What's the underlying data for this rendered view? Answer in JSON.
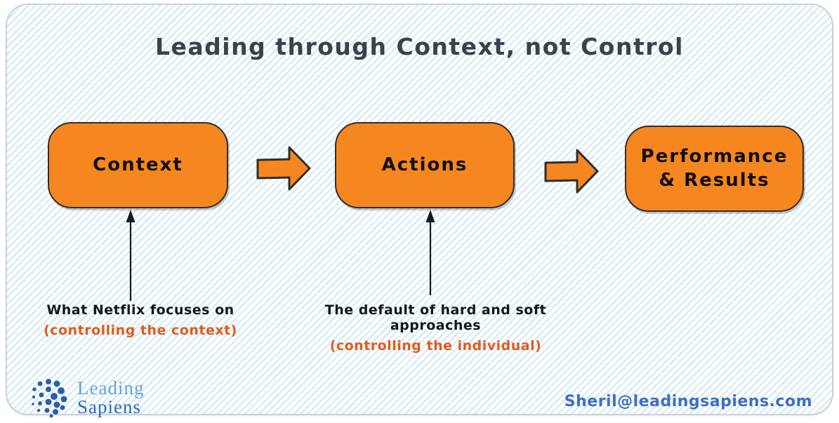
{
  "title": "Leading through Context, not Control",
  "diagram": {
    "boxes": [
      {
        "line1": "Context"
      },
      {
        "line1": "Actions"
      },
      {
        "line1": "Performance",
        "line2": "& Results"
      }
    ],
    "annotations": [
      {
        "line1": "What Netflix focuses on",
        "line2": "(controlling the context)"
      },
      {
        "line1": "The default of hard and soft approaches",
        "line2": "(controlling the individual)"
      }
    ]
  },
  "footer": {
    "logo_word1": "Leading",
    "logo_word2": "Sapiens",
    "email": "Sheril@leadingsapiens.com"
  },
  "icons": {
    "flow_arrow": "right-block-arrow-icon",
    "up_arrow": "up-line-arrow-icon",
    "logo_mark": "dots-globe-logo-icon"
  },
  "colors": {
    "box_fill": "#F6861F",
    "box_border": "#2e2e2e",
    "title_text": "#39424e",
    "annotation_text": "#14181c",
    "annotation_accent": "#DE5C20",
    "email_blue": "#3f6fc1",
    "logo_light_blue": "#68a3d7",
    "logo_dark_blue": "#2e6cb5",
    "logo_dots_blue": "#2d5fa8",
    "stripe_blue": "#add6e9",
    "card_border": "#c9d2d8"
  }
}
